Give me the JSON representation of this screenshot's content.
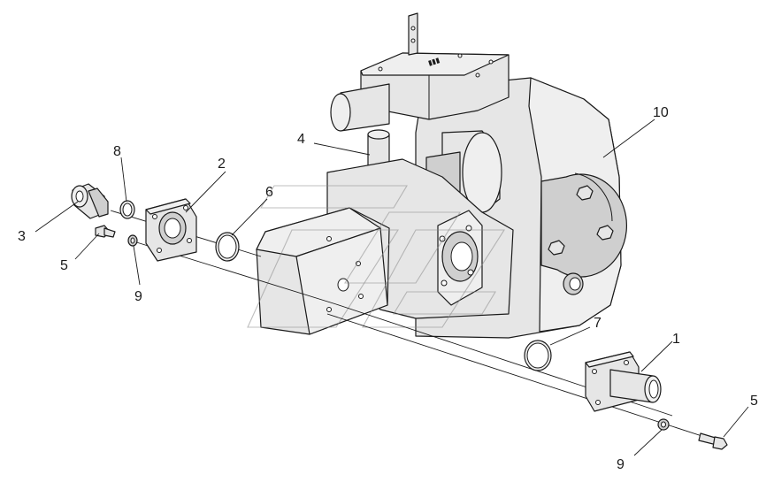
{
  "callouts": [
    {
      "id": "c1",
      "label": "1"
    },
    {
      "id": "c2",
      "label": "2"
    },
    {
      "id": "c3",
      "label": "3"
    },
    {
      "id": "c4",
      "label": "4"
    },
    {
      "id": "c5a",
      "label": "5"
    },
    {
      "id": "c5b",
      "label": "5"
    },
    {
      "id": "c6",
      "label": "6"
    },
    {
      "id": "c7",
      "label": "7"
    },
    {
      "id": "c8",
      "label": "8"
    },
    {
      "id": "c9a",
      "label": "9"
    },
    {
      "id": "c9b",
      "label": "9"
    },
    {
      "id": "c10",
      "label": "10"
    }
  ]
}
